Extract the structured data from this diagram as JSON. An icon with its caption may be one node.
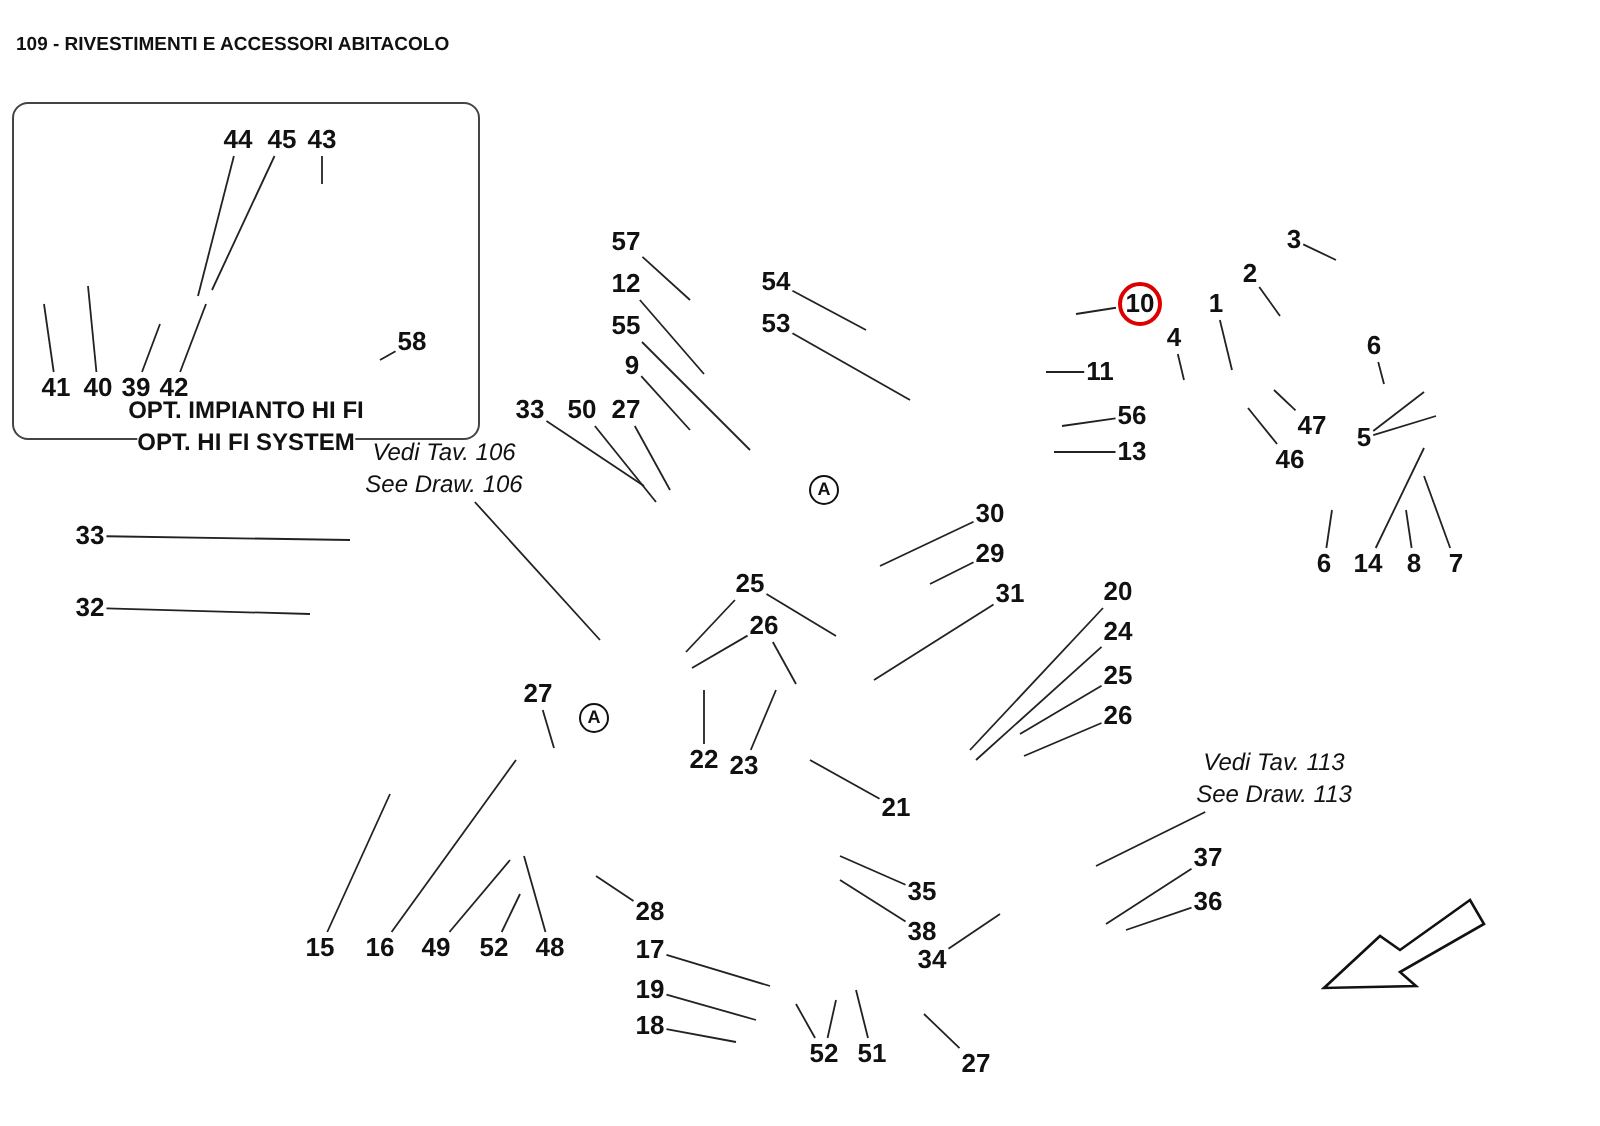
{
  "diagram": {
    "title": "109 - RIVESTIMENTI E ACCESSORI ABITACOLO",
    "nodes": [
      {
        "text": [
          "OPT. IMPIANTO HI FI",
          "OPT. HI FI SYSTEM"
        ]
      },
      {
        "text": [
          "44"
        ],
        "in": 0
      },
      {
        "text": [
          "45"
        ],
        "in": 0
      },
      {
        "text": [
          "43"
        ],
        "in": 0
      },
      {
        "text": [
          "41"
        ],
        "in": 0
      },
      {
        "text": [
          "40"
        ],
        "in": 0
      },
      {
        "text": [
          "39"
        ],
        "in": 0
      },
      {
        "text": [
          "42"
        ],
        "in": 0
      },
      {
        "text": [
          "58"
        ],
        "in": 0
      },
      {
        "text": [
          "57"
        ]
      },
      {
        "text": [
          "12"
        ]
      },
      {
        "text": [
          "55"
        ]
      },
      {
        "text": [
          "9"
        ]
      },
      {
        "text": [
          "54"
        ]
      },
      {
        "text": [
          "53"
        ]
      },
      {
        "text": [
          "10"
        ]
      },
      {
        "text": [
          "3"
        ]
      },
      {
        "text": [
          "2"
        ]
      },
      {
        "text": [
          "1"
        ]
      },
      {
        "text": [
          "4"
        ]
      },
      {
        "text": [
          "6"
        ]
      },
      {
        "text": [
          "11"
        ]
      },
      {
        "text": [
          "56"
        ]
      },
      {
        "text": [
          "13"
        ]
      },
      {
        "text": [
          "47"
        ]
      },
      {
        "text": [
          "5"
        ]
      },
      {
        "text": [
          "46"
        ]
      },
      {
        "text": [
          "33"
        ]
      },
      {
        "text": [
          "50"
        ]
      },
      {
        "text": [
          "27"
        ]
      },
      {
        "text": [
          "Vedi Tav. 106",
          "See Draw. 106"
        ]
      },
      {
        "text": [
          "33"
        ]
      },
      {
        "text": [
          "30"
        ]
      },
      {
        "text": [
          "29"
        ]
      },
      {
        "text": [
          "6"
        ]
      },
      {
        "text": [
          "14"
        ]
      },
      {
        "text": [
          "8"
        ]
      },
      {
        "text": [
          "7"
        ]
      },
      {
        "text": [
          "25"
        ]
      },
      {
        "text": [
          "31"
        ]
      },
      {
        "text": [
          "20"
        ]
      },
      {
        "text": [
          "32"
        ]
      },
      {
        "text": [
          "26"
        ]
      },
      {
        "text": [
          "24"
        ]
      },
      {
        "text": [
          "25"
        ]
      },
      {
        "text": [
          "27"
        ]
      },
      {
        "text": [
          "26"
        ]
      },
      {
        "text": [
          "22"
        ]
      },
      {
        "text": [
          "23"
        ]
      },
      {
        "text": [
          "Vedi Tav. 113",
          "See Draw. 113"
        ]
      },
      {
        "text": [
          "21"
        ]
      },
      {
        "text": [
          "37"
        ]
      },
      {
        "text": [
          "35"
        ]
      },
      {
        "text": [
          "36"
        ]
      },
      {
        "text": [
          "28"
        ]
      },
      {
        "text": [
          "38"
        ]
      },
      {
        "text": [
          "15"
        ]
      },
      {
        "text": [
          "16"
        ]
      },
      {
        "text": [
          "49"
        ]
      },
      {
        "text": [
          "52"
        ]
      },
      {
        "text": [
          "48"
        ]
      },
      {
        "text": [
          "17"
        ]
      },
      {
        "text": [
          "34"
        ]
      },
      {
        "text": [
          "19"
        ]
      },
      {
        "text": [
          "18"
        ]
      },
      {
        "text": [
          "52"
        ]
      },
      {
        "text": [
          "51"
        ]
      },
      {
        "text": [
          "27"
        ]
      }
    ],
    "edges": [
      {
        "from": 1,
        "to": null,
        "arrow": "none"
      },
      {
        "from": 2,
        "to": null,
        "arrow": "none"
      },
      {
        "from": 3,
        "to": null,
        "arrow": "none"
      },
      {
        "from": 4,
        "to": null,
        "arrow": "none"
      },
      {
        "from": 5,
        "to": null,
        "arrow": "none"
      },
      {
        "from": 6,
        "to": null,
        "arrow": "none"
      },
      {
        "from": 7,
        "to": null,
        "arrow": "none"
      },
      {
        "from": 8,
        "to": null,
        "arrow": "none"
      },
      {
        "from": 9,
        "to": null,
        "arrow": "none"
      },
      {
        "from": 10,
        "to": null,
        "arrow": "none"
      },
      {
        "from": 11,
        "to": null,
        "arrow": "none"
      },
      {
        "from": 12,
        "to": null,
        "arrow": "none"
      },
      {
        "from": 13,
        "to": null,
        "arrow": "none"
      },
      {
        "from": 14,
        "to": null,
        "arrow": "none"
      },
      {
        "from": 15,
        "to": null,
        "arrow": "none"
      },
      {
        "from": 16,
        "to": null,
        "arrow": "none"
      },
      {
        "from": 17,
        "to": null,
        "arrow": "none"
      },
      {
        "from": 18,
        "to": null,
        "arrow": "none"
      },
      {
        "from": 19,
        "to": null,
        "arrow": "none"
      },
      {
        "from": 20,
        "to": null,
        "arrow": "none"
      },
      {
        "from": 21,
        "to": null,
        "arrow": "none"
      },
      {
        "from": 22,
        "to": null,
        "arrow": "none"
      },
      {
        "from": 23,
        "to": null,
        "arrow": "none"
      },
      {
        "from": 24,
        "to": null,
        "arrow": "none"
      },
      {
        "from": 25,
        "to": null,
        "arrow": "none"
      },
      {
        "from": 25,
        "to": null,
        "arrow": "none"
      },
      {
        "from": 26,
        "to": null,
        "arrow": "none"
      },
      {
        "from": 27,
        "to": null,
        "arrow": "none"
      },
      {
        "from": 28,
        "to": null,
        "arrow": "none"
      },
      {
        "from": 29,
        "to": null,
        "arrow": "none"
      },
      {
        "from": 30,
        "to": null,
        "arrow": "none"
      },
      {
        "from": 31,
        "to": null,
        "arrow": "none"
      },
      {
        "from": 32,
        "to": null,
        "arrow": "none"
      },
      {
        "from": 33,
        "to": null,
        "arrow": "none"
      },
      {
        "from": 34,
        "to": null,
        "arrow": "none"
      },
      {
        "from": 35,
        "to": null,
        "arrow": "none"
      },
      {
        "from": 36,
        "to": null,
        "arrow": "none"
      },
      {
        "from": 37,
        "to": null,
        "arrow": "none"
      },
      {
        "from": 38,
        "to": null,
        "arrow": "none"
      },
      {
        "from": 38,
        "to": null,
        "arrow": "none"
      },
      {
        "from": 39,
        "to": null,
        "arrow": "none"
      },
      {
        "from": 40,
        "to": null,
        "arrow": "none"
      },
      {
        "from": 41,
        "to": null,
        "arrow": "none"
      },
      {
        "from": 42,
        "to": null,
        "arrow": "none"
      },
      {
        "from": 42,
        "to": null,
        "arrow": "none"
      },
      {
        "from": 43,
        "to": null,
        "arrow": "none"
      },
      {
        "from": 44,
        "to": null,
        "arrow": "none"
      },
      {
        "from": 45,
        "to": null,
        "arrow": "none"
      },
      {
        "from": 46,
        "to": null,
        "arrow": "none"
      },
      {
        "from": 47,
        "to": null,
        "arrow": "none"
      },
      {
        "from": 48,
        "to": null,
        "arrow": "none"
      },
      {
        "from": 49,
        "to": null,
        "arrow": "none"
      },
      {
        "from": 50,
        "to": null,
        "arrow": "none"
      },
      {
        "from": 51,
        "to": null,
        "arrow": "none"
      },
      {
        "from": 52,
        "to": null,
        "arrow": "none"
      },
      {
        "from": 53,
        "to": null,
        "arrow": "none"
      },
      {
        "from": 54,
        "to": null,
        "arrow": "none"
      },
      {
        "from": 55,
        "to": null,
        "arrow": "none"
      },
      {
        "from": 56,
        "to": null,
        "arrow": "none"
      },
      {
        "from": 57,
        "to": null,
        "arrow": "none"
      },
      {
        "from": 58,
        "to": null,
        "arrow": "none"
      },
      {
        "from": 59,
        "to": null,
        "arrow": "none"
      },
      {
        "from": 60,
        "to": null,
        "arrow": "none"
      },
      {
        "from": 61,
        "to": null,
        "arrow": "none"
      },
      {
        "from": 62,
        "to": null,
        "arrow": "none"
      },
      {
        "from": 63,
        "to": null,
        "arrow": "none"
      },
      {
        "from": 64,
        "to": null,
        "arrow": "none"
      },
      {
        "from": 65,
        "to": null,
        "arrow": "none"
      },
      {
        "from": 65,
        "to": null,
        "arrow": "none"
      },
      {
        "from": 66,
        "to": null,
        "arrow": "none"
      },
      {
        "from": 67,
        "to": null,
        "arrow": "none"
      }
    ],
    "labels": [
      "A",
      "A"
    ]
  }
}
